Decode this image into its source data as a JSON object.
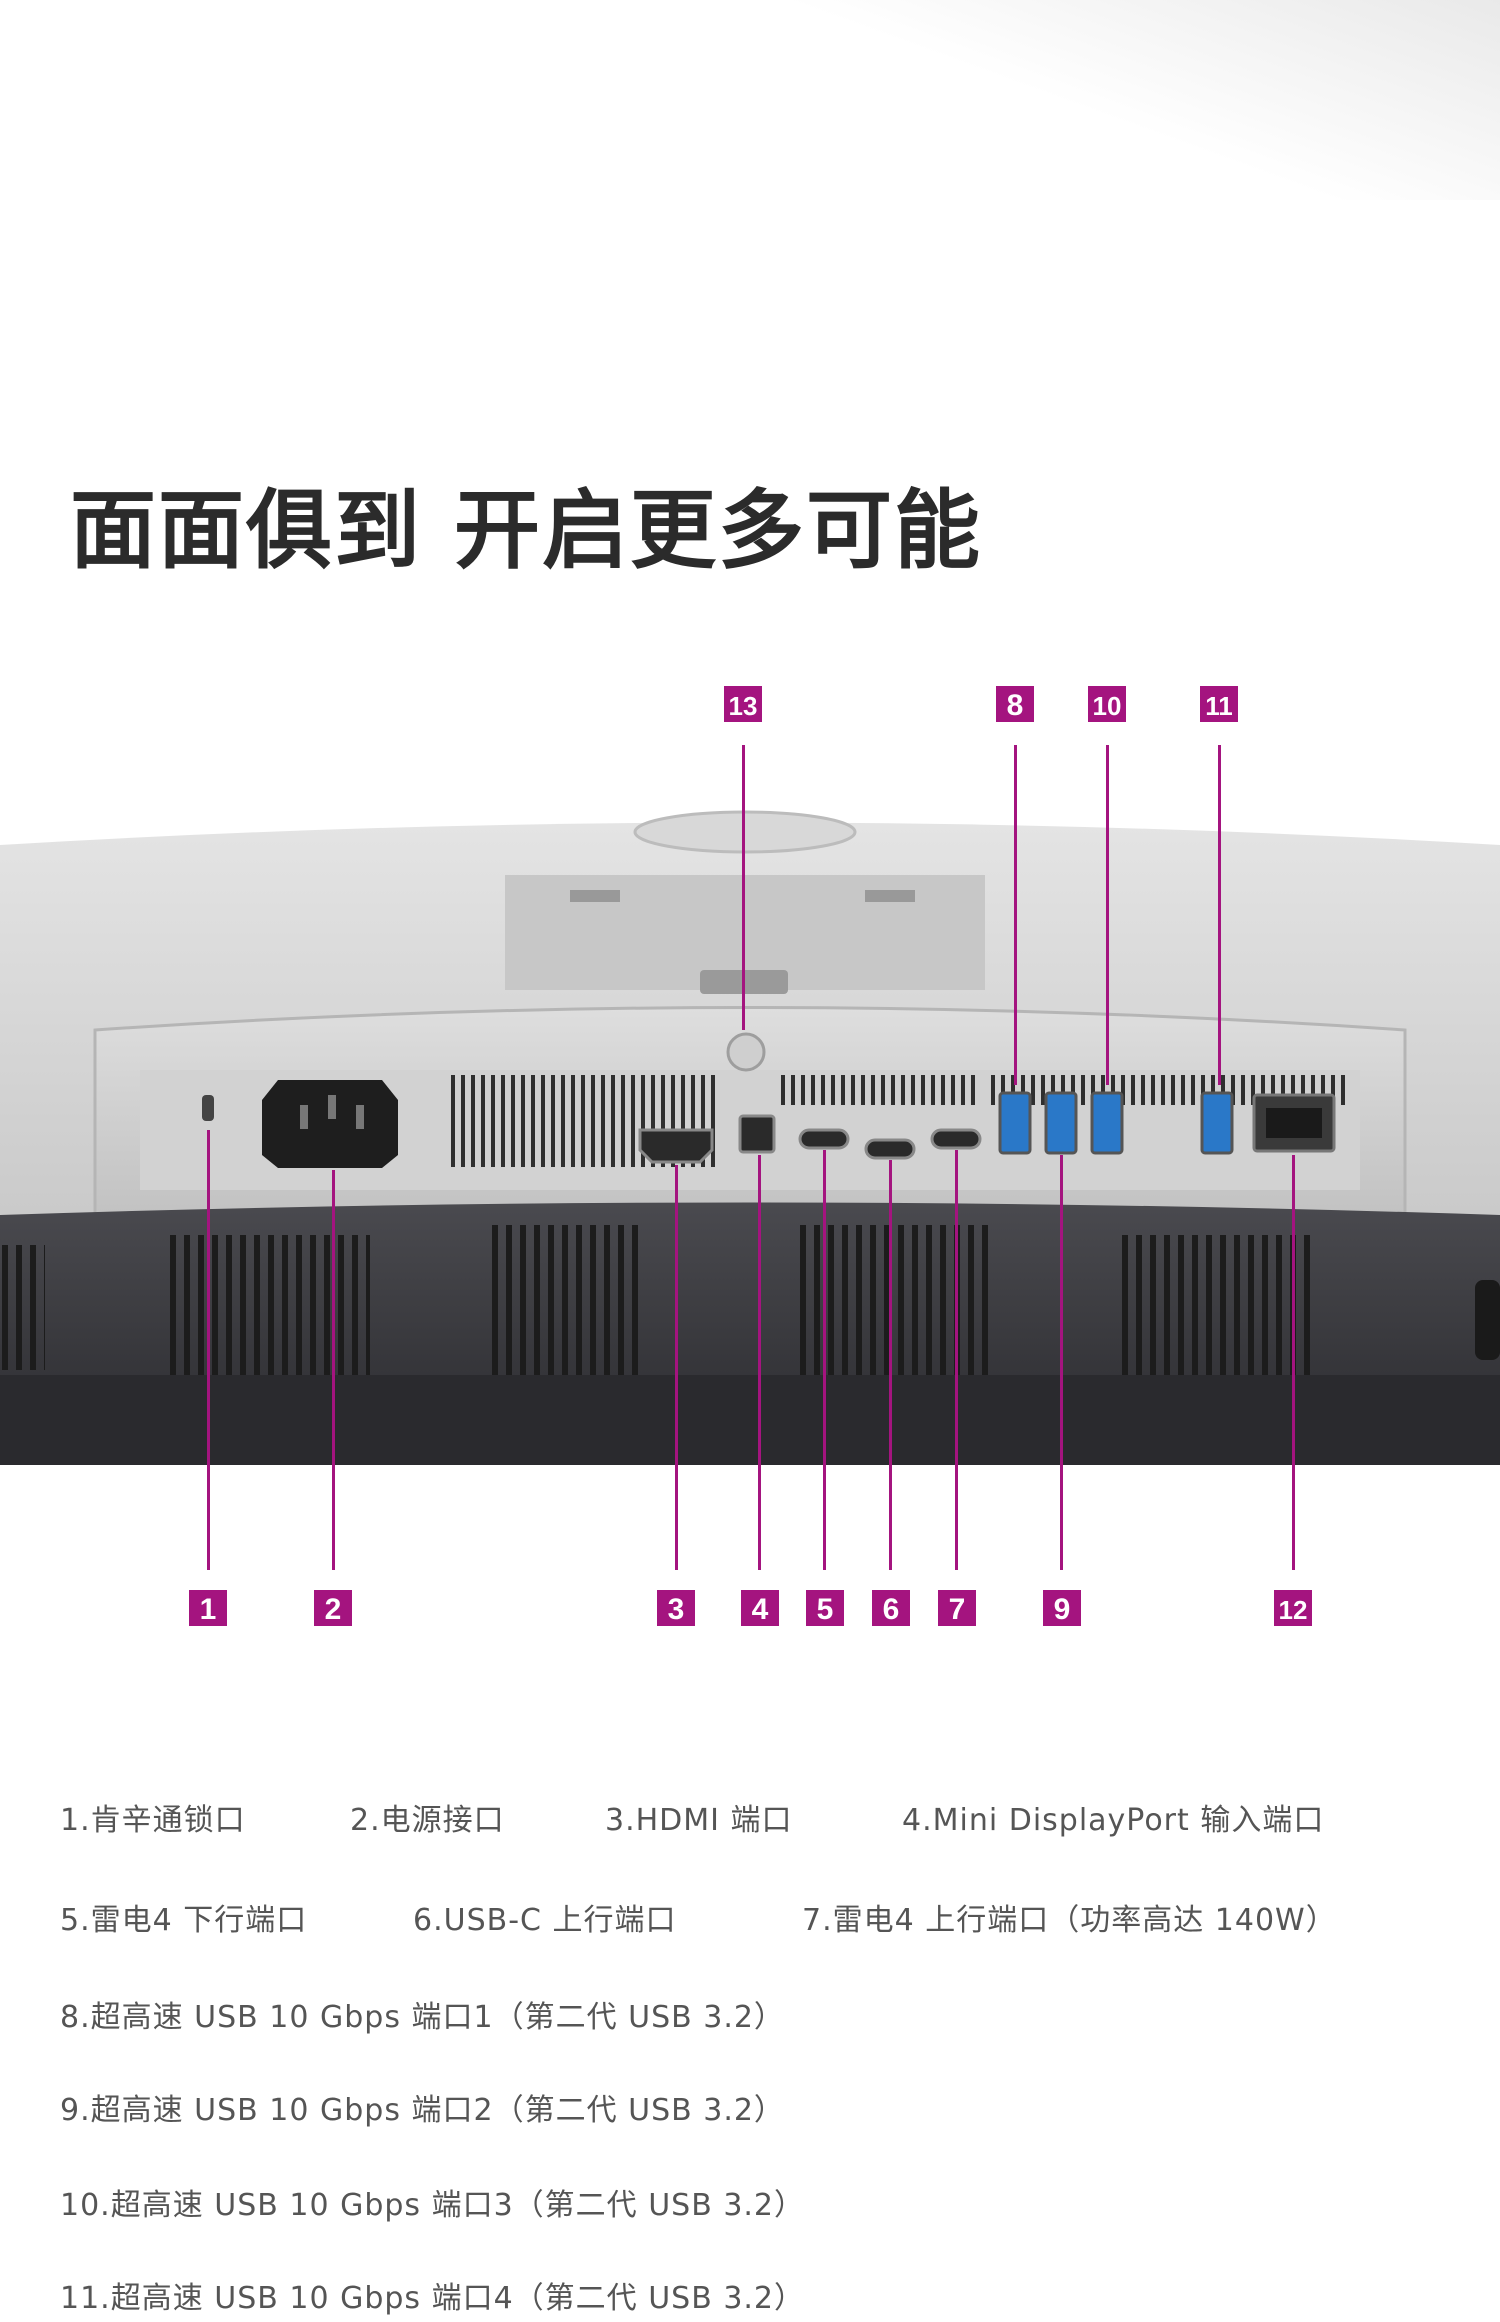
{
  "headline": "面面俱到 开启更多可能",
  "callouts": [
    "1",
    "2",
    "3",
    "4",
    "5",
    "6",
    "7",
    "8",
    "9",
    "10",
    "11",
    "12",
    "13"
  ],
  "legend": {
    "row1": [
      "1.肯辛通锁口",
      "2.电源接口",
      "3.HDMI 端口",
      "4.Mini DisplayPort 输入端口"
    ],
    "row2": [
      "5.雷电4 下行端口",
      "6.USB-C 上行端口",
      "7.雷电4 上行端口（功率高达 140W）"
    ],
    "row3": "8.超高速 USB 10 Gbps 端口1（第二代 USB 3.2）",
    "row4": "9.超高速 USB 10 Gbps 端口2（第二代 USB 3.2）",
    "row5": "10.超高速 USB 10 Gbps 端口3（第二代 USB 3.2）",
    "row6": "11.超高速 USB 10 Gbps 端口4（第二代 USB 3.2）"
  },
  "colors": {
    "callout": "#a4147f",
    "usb_blue": "#2a78c8",
    "chassis": "#cfcfcf",
    "vent": "#2a2a2a"
  }
}
